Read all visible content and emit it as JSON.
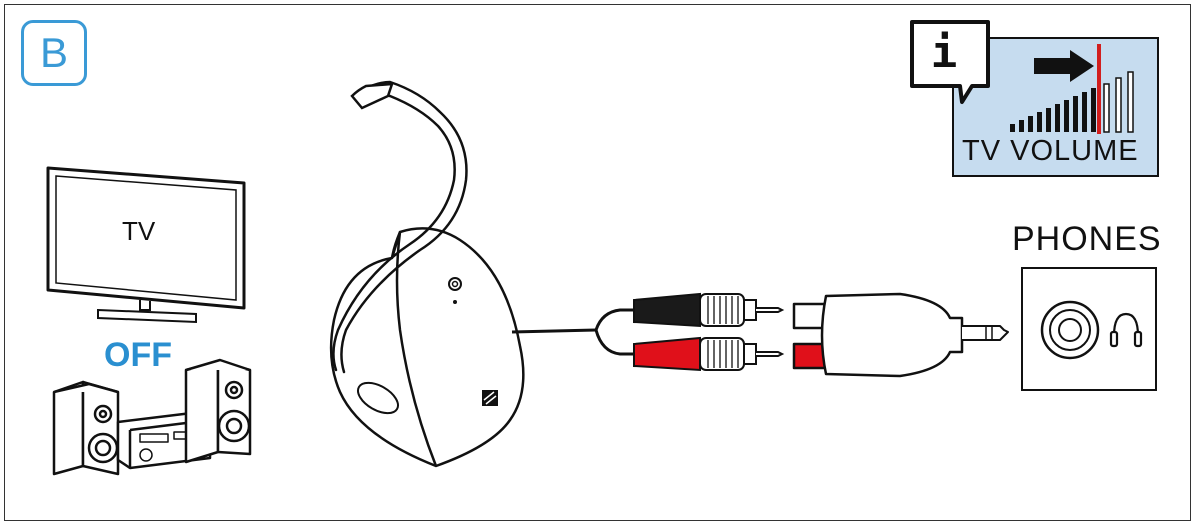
{
  "step_badge": "B",
  "tv": {
    "label": "TV"
  },
  "stereo": {
    "status": "OFF"
  },
  "phones": {
    "label": "PHONES"
  },
  "info_box": {
    "icon_letter": "i",
    "label": "TV VOLUME"
  },
  "colors": {
    "badge_blue": "#3a9ad6",
    "off_blue": "#2a8fd0",
    "volume_box_bg": "#c6dcef",
    "plug_red": "#e0101a",
    "plug_black": "#1a1a1a",
    "volume_marker_red": "#d21e1e"
  }
}
